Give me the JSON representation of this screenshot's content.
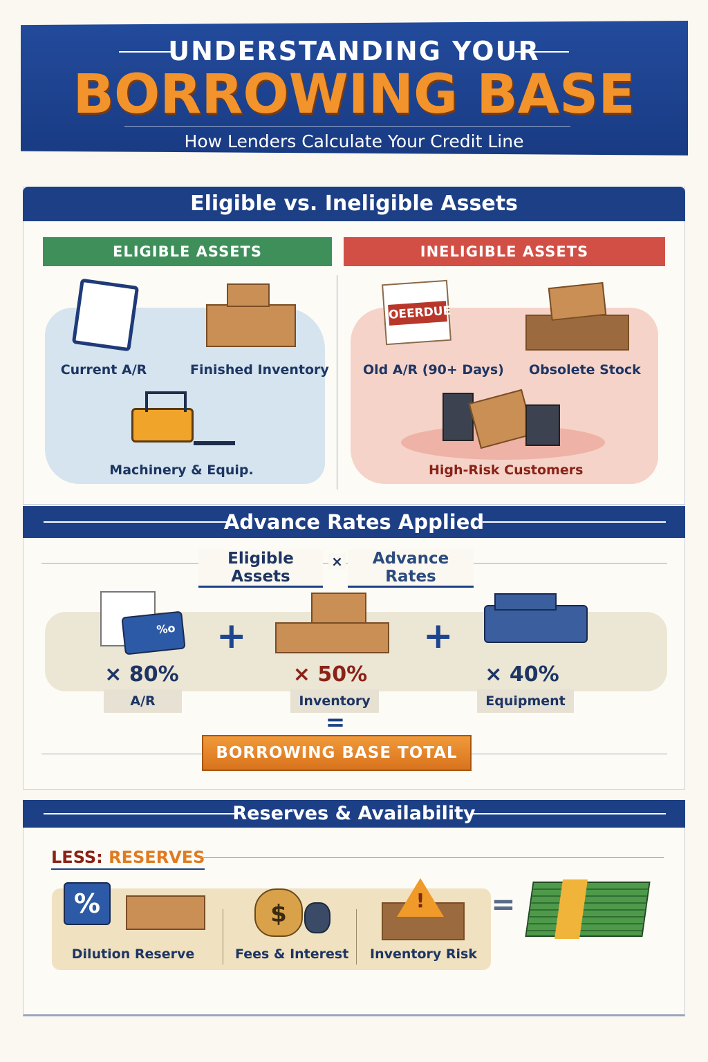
{
  "header": {
    "title_line1": "UNDERSTANDING YOUR",
    "title_line2": "BORROWING BASE",
    "subtitle": "How Lenders Calculate Your Credit Line"
  },
  "section1": {
    "title": "Eligible vs. Ineligible Assets",
    "eligible": {
      "heading": "ELIGIBLE ASSETS",
      "items": [
        "Current A/R",
        "Finished Inventory",
        "Machinery & Equip."
      ]
    },
    "ineligible": {
      "heading": "INELIGIBLE ASSETS",
      "items": [
        "Old A/R (90+ Days)",
        "Obsolete Stock",
        "High-Risk Customers"
      ],
      "stamp": "OEERDUE"
    }
  },
  "section2": {
    "title": "Advance Rates Applied",
    "formula_left": "Eligible Assets",
    "formula_op": "×",
    "formula_right": "Advance Rates",
    "items": [
      {
        "rate": "× 80%",
        "label": "A/R",
        "card_text": "%o"
      },
      {
        "rate": "× 50%",
        "label": "Inventory"
      },
      {
        "rate": "× 40%",
        "label": "Equipment"
      }
    ],
    "plus": "+",
    "equals": "=",
    "total": "BORROWING BASE TOTAL"
  },
  "section3": {
    "title": "Reserves & Availability",
    "less": "LESS:",
    "reserves": "RESERVES",
    "items": [
      "Dilution Reserve",
      "Fees & Interest",
      "Inventory Risk"
    ],
    "percent": "%",
    "dollar": "$",
    "warn": "!",
    "equals": "="
  },
  "colors": {
    "navy": "#1c3f86",
    "orange": "#f2932c",
    "green": "#3f8f5a",
    "red": "#d24f45"
  }
}
